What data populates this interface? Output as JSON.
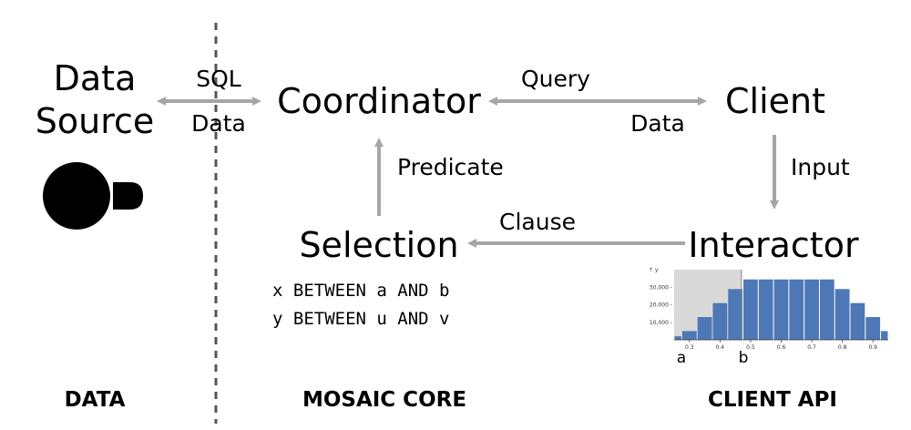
{
  "nodes": {
    "data_source": [
      "Data",
      "Source"
    ],
    "coordinator": "Coordinator",
    "client": "Client",
    "selection": "Selection",
    "interactor": "Interactor"
  },
  "edge_labels": {
    "sql": "SQL",
    "data_left": "Data",
    "query": "Query",
    "data_right": "Data",
    "input": "Input",
    "predicate": "Predicate",
    "clause": "Clause"
  },
  "predicates": [
    "x BETWEEN a AND b",
    "y BETWEEN u AND v"
  ],
  "sections": {
    "data": "DATA",
    "core": "MOSAIC CORE",
    "client_api": "CLIENT API"
  },
  "colors": {
    "arrow": "#a6a6a6",
    "bar": "#4e78b5",
    "brush": "#d9d9d9",
    "ink": "#000000"
  },
  "chart_data": {
    "type": "bar",
    "ylabel": "↑ y",
    "xticks": [
      "0.3",
      "0.4",
      "0.5",
      "0.6",
      "0.7",
      "0.8",
      "0.9"
    ],
    "yticks": [
      "10,000 -",
      "20,000 -",
      "30,000 -"
    ],
    "bins": [
      {
        "x0": 0.25,
        "x1": 0.275,
        "y": 2000
      },
      {
        "x0": 0.275,
        "x1": 0.325,
        "y": 5000
      },
      {
        "x0": 0.325,
        "x1": 0.375,
        "y": 13000
      },
      {
        "x0": 0.375,
        "x1": 0.425,
        "y": 21000
      },
      {
        "x0": 0.425,
        "x1": 0.475,
        "y": 29000
      },
      {
        "x0": 0.475,
        "x1": 0.525,
        "y": 34500
      },
      {
        "x0": 0.525,
        "x1": 0.575,
        "y": 34500
      },
      {
        "x0": 0.575,
        "x1": 0.625,
        "y": 34500
      },
      {
        "x0": 0.625,
        "x1": 0.675,
        "y": 34500
      },
      {
        "x0": 0.675,
        "x1": 0.725,
        "y": 34500
      },
      {
        "x0": 0.725,
        "x1": 0.775,
        "y": 34500
      },
      {
        "x0": 0.775,
        "x1": 0.825,
        "y": 29000
      },
      {
        "x0": 0.825,
        "x1": 0.875,
        "y": 21000
      },
      {
        "x0": 0.875,
        "x1": 0.925,
        "y": 13000
      },
      {
        "x0": 0.925,
        "x1": 0.95,
        "y": 5000
      }
    ],
    "brush": {
      "from": 0.25,
      "to": 0.47,
      "label_start": "a",
      "label_end": "b"
    }
  }
}
